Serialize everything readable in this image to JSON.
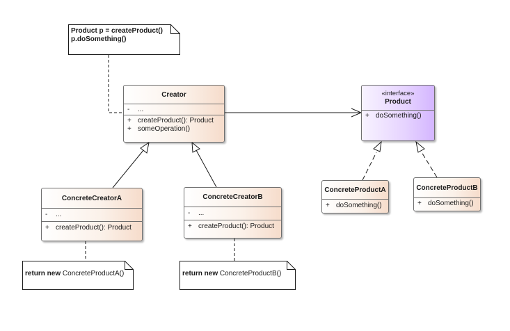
{
  "notes": {
    "creator_note": {
      "line1": "Product p = createProduct()",
      "line2": "p.doSomething()"
    },
    "note_a": {
      "keyword": "return new",
      "rest": "ConcreteProductA()"
    },
    "note_b": {
      "keyword": "return new",
      "rest": "ConcreteProductB()"
    }
  },
  "classes": {
    "creator": {
      "name": "Creator",
      "attributes": [
        {
          "vis": "-",
          "text": "..."
        }
      ],
      "operations": [
        {
          "vis": "+",
          "text": "createProduct(): Product"
        },
        {
          "vis": "+",
          "text": "someOperation()"
        }
      ]
    },
    "product": {
      "stereotype": "«interface»",
      "name": "Product",
      "operations": [
        {
          "vis": "+",
          "text": "doSomething()"
        }
      ]
    },
    "concrete_creator_a": {
      "name": "ConcreteCreatorA",
      "attributes": [
        {
          "vis": "-",
          "text": "..."
        }
      ],
      "operations": [
        {
          "vis": "+",
          "text": "createProduct(): Product"
        }
      ]
    },
    "concrete_creator_b": {
      "name": "ConcreteCreatorB",
      "attributes": [
        {
          "vis": "-",
          "text": "..."
        }
      ],
      "operations": [
        {
          "vis": "+",
          "text": "createProduct(): Product"
        }
      ]
    },
    "concrete_product_a": {
      "name": "ConcreteProductA",
      "operations": [
        {
          "vis": "+",
          "text": "doSomething()"
        }
      ]
    },
    "concrete_product_b": {
      "name": "ConcreteProductB",
      "operations": [
        {
          "vis": "+",
          "text": "doSomething()"
        }
      ]
    }
  },
  "colors": {
    "class_fill": "#f6dccb",
    "interface_fill": "#d4b6ff",
    "line": "#1a1a1a"
  }
}
